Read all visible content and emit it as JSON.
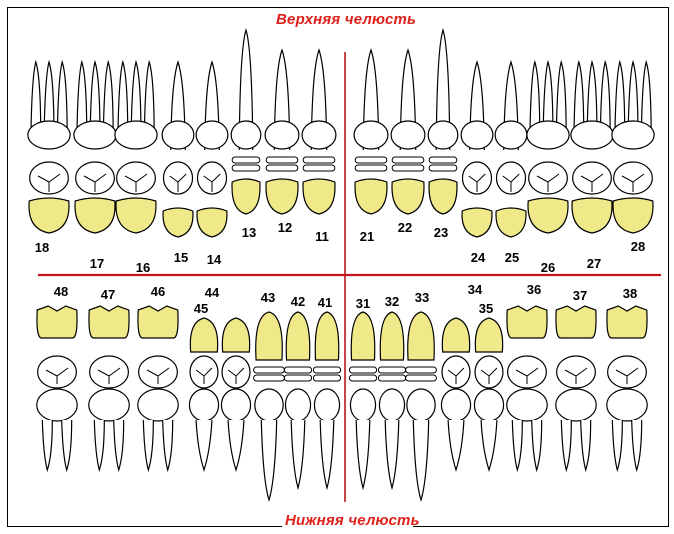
{
  "titles": {
    "upper": "Верхняя челюсть",
    "lower": "Нижняя челюсть"
  },
  "colors": {
    "title": "#e0201a",
    "divider": "#c0151b",
    "crown_fill": "#efe98a",
    "outline": "#000000"
  },
  "upper_jaw": {
    "right_side": [
      "18",
      "17",
      "16",
      "15",
      "14",
      "13",
      "12",
      "11"
    ],
    "left_side": [
      "21",
      "22",
      "23",
      "24",
      "25",
      "26",
      "27",
      "28"
    ]
  },
  "lower_jaw": {
    "right_side": [
      "48",
      "47",
      "46",
      "45",
      "44",
      "43",
      "42",
      "41"
    ],
    "left_side": [
      "31",
      "32",
      "33",
      "34",
      "35",
      "36",
      "37",
      "38"
    ]
  }
}
